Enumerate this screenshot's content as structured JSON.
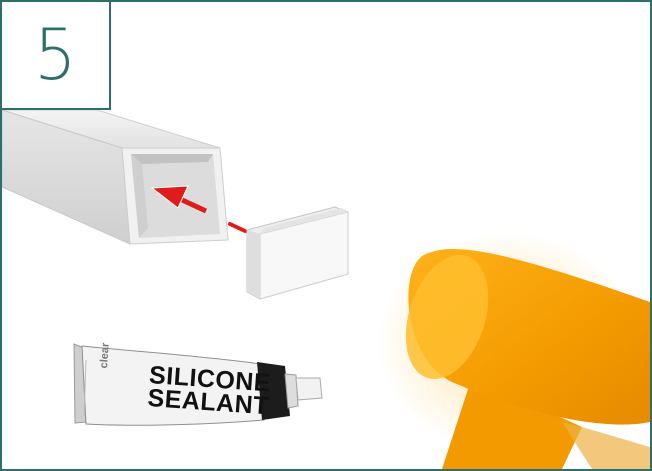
{
  "step": {
    "number": "5"
  },
  "tube": {
    "line1": "SILICONE",
    "line2": "SEALANT",
    "side_label": "clear"
  },
  "colors": {
    "frame": "#2f6f6b",
    "arrow": "#e01b1b",
    "mallet": "#f7a000",
    "profile": "#e9e9e9"
  },
  "icons": [
    "rectangular-tube-profile",
    "end-cap",
    "insert-arrow",
    "silicone-tube",
    "rubber-mallet"
  ]
}
